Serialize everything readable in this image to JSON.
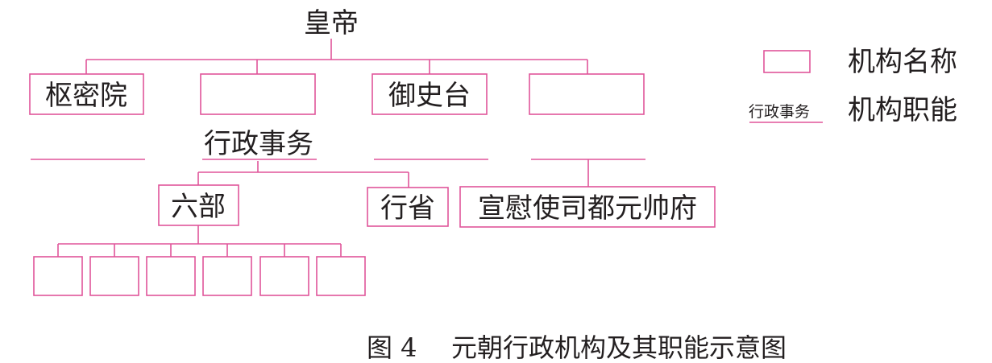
{
  "root": {
    "label": "皇帝"
  },
  "level1": [
    {
      "label": "枢密院"
    },
    {
      "label": ""
    },
    {
      "label": "御史台"
    },
    {
      "label": ""
    }
  ],
  "level1_functions": [
    "",
    "行政事务",
    "",
    ""
  ],
  "level2": [
    {
      "label": "六部"
    },
    {
      "label": "行省"
    },
    {
      "label": "宣慰使司都元帅府"
    }
  ],
  "level3_boxes": [
    "",
    "",
    "",
    "",
    "",
    ""
  ],
  "legend": {
    "name_label": "机构名称",
    "function_sample": "行政事务",
    "function_label": "机构职能"
  },
  "caption": {
    "number": "图 4",
    "title": "元朝行政机构及其职能示意图"
  },
  "colors": {
    "line": "#e0559a",
    "text": "#231f20"
  }
}
